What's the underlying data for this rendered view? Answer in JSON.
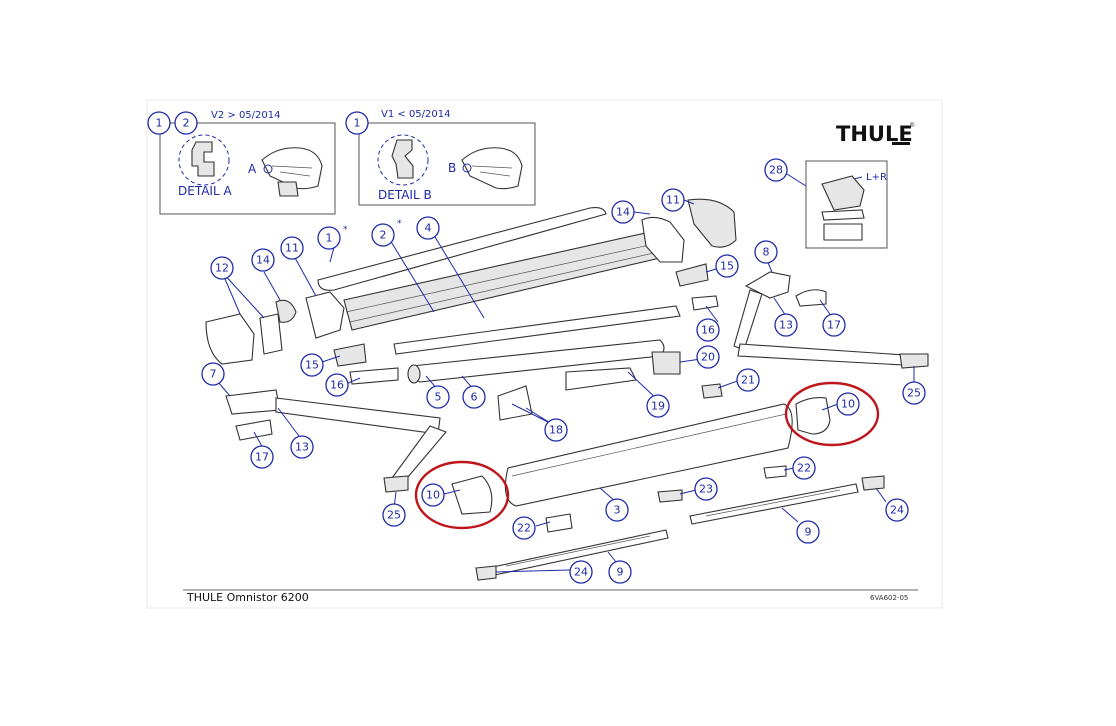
{
  "brand": "THULE",
  "footer": {
    "title": "THULE Omnistor 6200",
    "code": "6VA602-05"
  },
  "detail_a": {
    "badges": [
      "1",
      "2"
    ],
    "version": "V2 > 05/2014",
    "label": "DETAIL A",
    "marker": "A"
  },
  "detail_b": {
    "badges": [
      "1"
    ],
    "version": "V1 < 05/2014",
    "label": "DETAIL B",
    "marker": "B"
  },
  "kit_28": {
    "number": "28",
    "note": "L+R"
  },
  "star_marks": [
    "*",
    "*"
  ],
  "callouts": [
    "1",
    "2",
    "4",
    "14",
    "11",
    "12",
    "14",
    "11",
    "15",
    "15",
    "16",
    "16",
    "5",
    "6",
    "20",
    "19",
    "8",
    "13",
    "17",
    "25",
    "7",
    "13",
    "17",
    "18",
    "21",
    "10",
    "10",
    "25",
    "3",
    "23",
    "22",
    "22",
    "24",
    "9",
    "24",
    "9"
  ],
  "highlight_color": "#c0141b",
  "callout_color": "#1f2aa8"
}
